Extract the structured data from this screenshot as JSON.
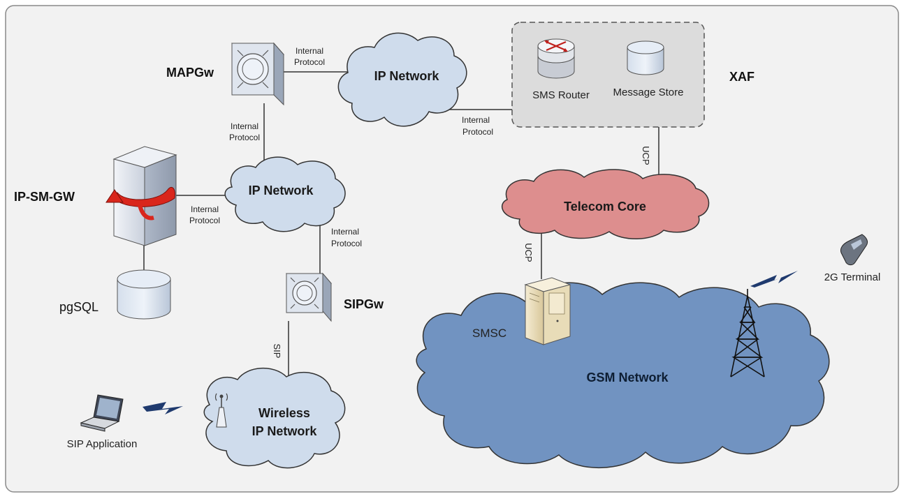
{
  "colors": {
    "frame_fill": "#f2f2f2",
    "frame_stroke": "#8a8a8a",
    "ip_cloud": "#cfdcec",
    "telecom_cloud": "#dd8e8e",
    "gsm_cloud": "#7193c1",
    "xaf_box": "#dcdcdc",
    "wire": "#333333"
  },
  "nodes": {
    "mapgw": "MAPGw",
    "ipsmgw": "IP-SM-GW",
    "pgsql": "pgSQL",
    "sipgw": "SIPGw",
    "sip_app": "SIP Application",
    "xaf": "XAF",
    "sms_router": "SMS Router",
    "message_store": "Message Store",
    "smsc": "SMSC",
    "terminal_2g": "2G Terminal"
  },
  "clouds": {
    "ip_network_top": "IP Network",
    "ip_network_mid": "IP Network",
    "wireless_line1": "Wireless",
    "wireless_line2": "IP Network",
    "telecom_core": "Telecom Core",
    "gsm_network": "GSM Network"
  },
  "links": {
    "internal": "Internal",
    "protocol": "Protocol",
    "ucp": "UCP",
    "sip": "SIP"
  },
  "icons": [
    "gateway-icon",
    "server-icon",
    "database-icon",
    "router-icon",
    "cabinet-icon",
    "laptop-icon",
    "antenna-icon",
    "tower-icon",
    "phone-icon",
    "lightning-icon"
  ]
}
